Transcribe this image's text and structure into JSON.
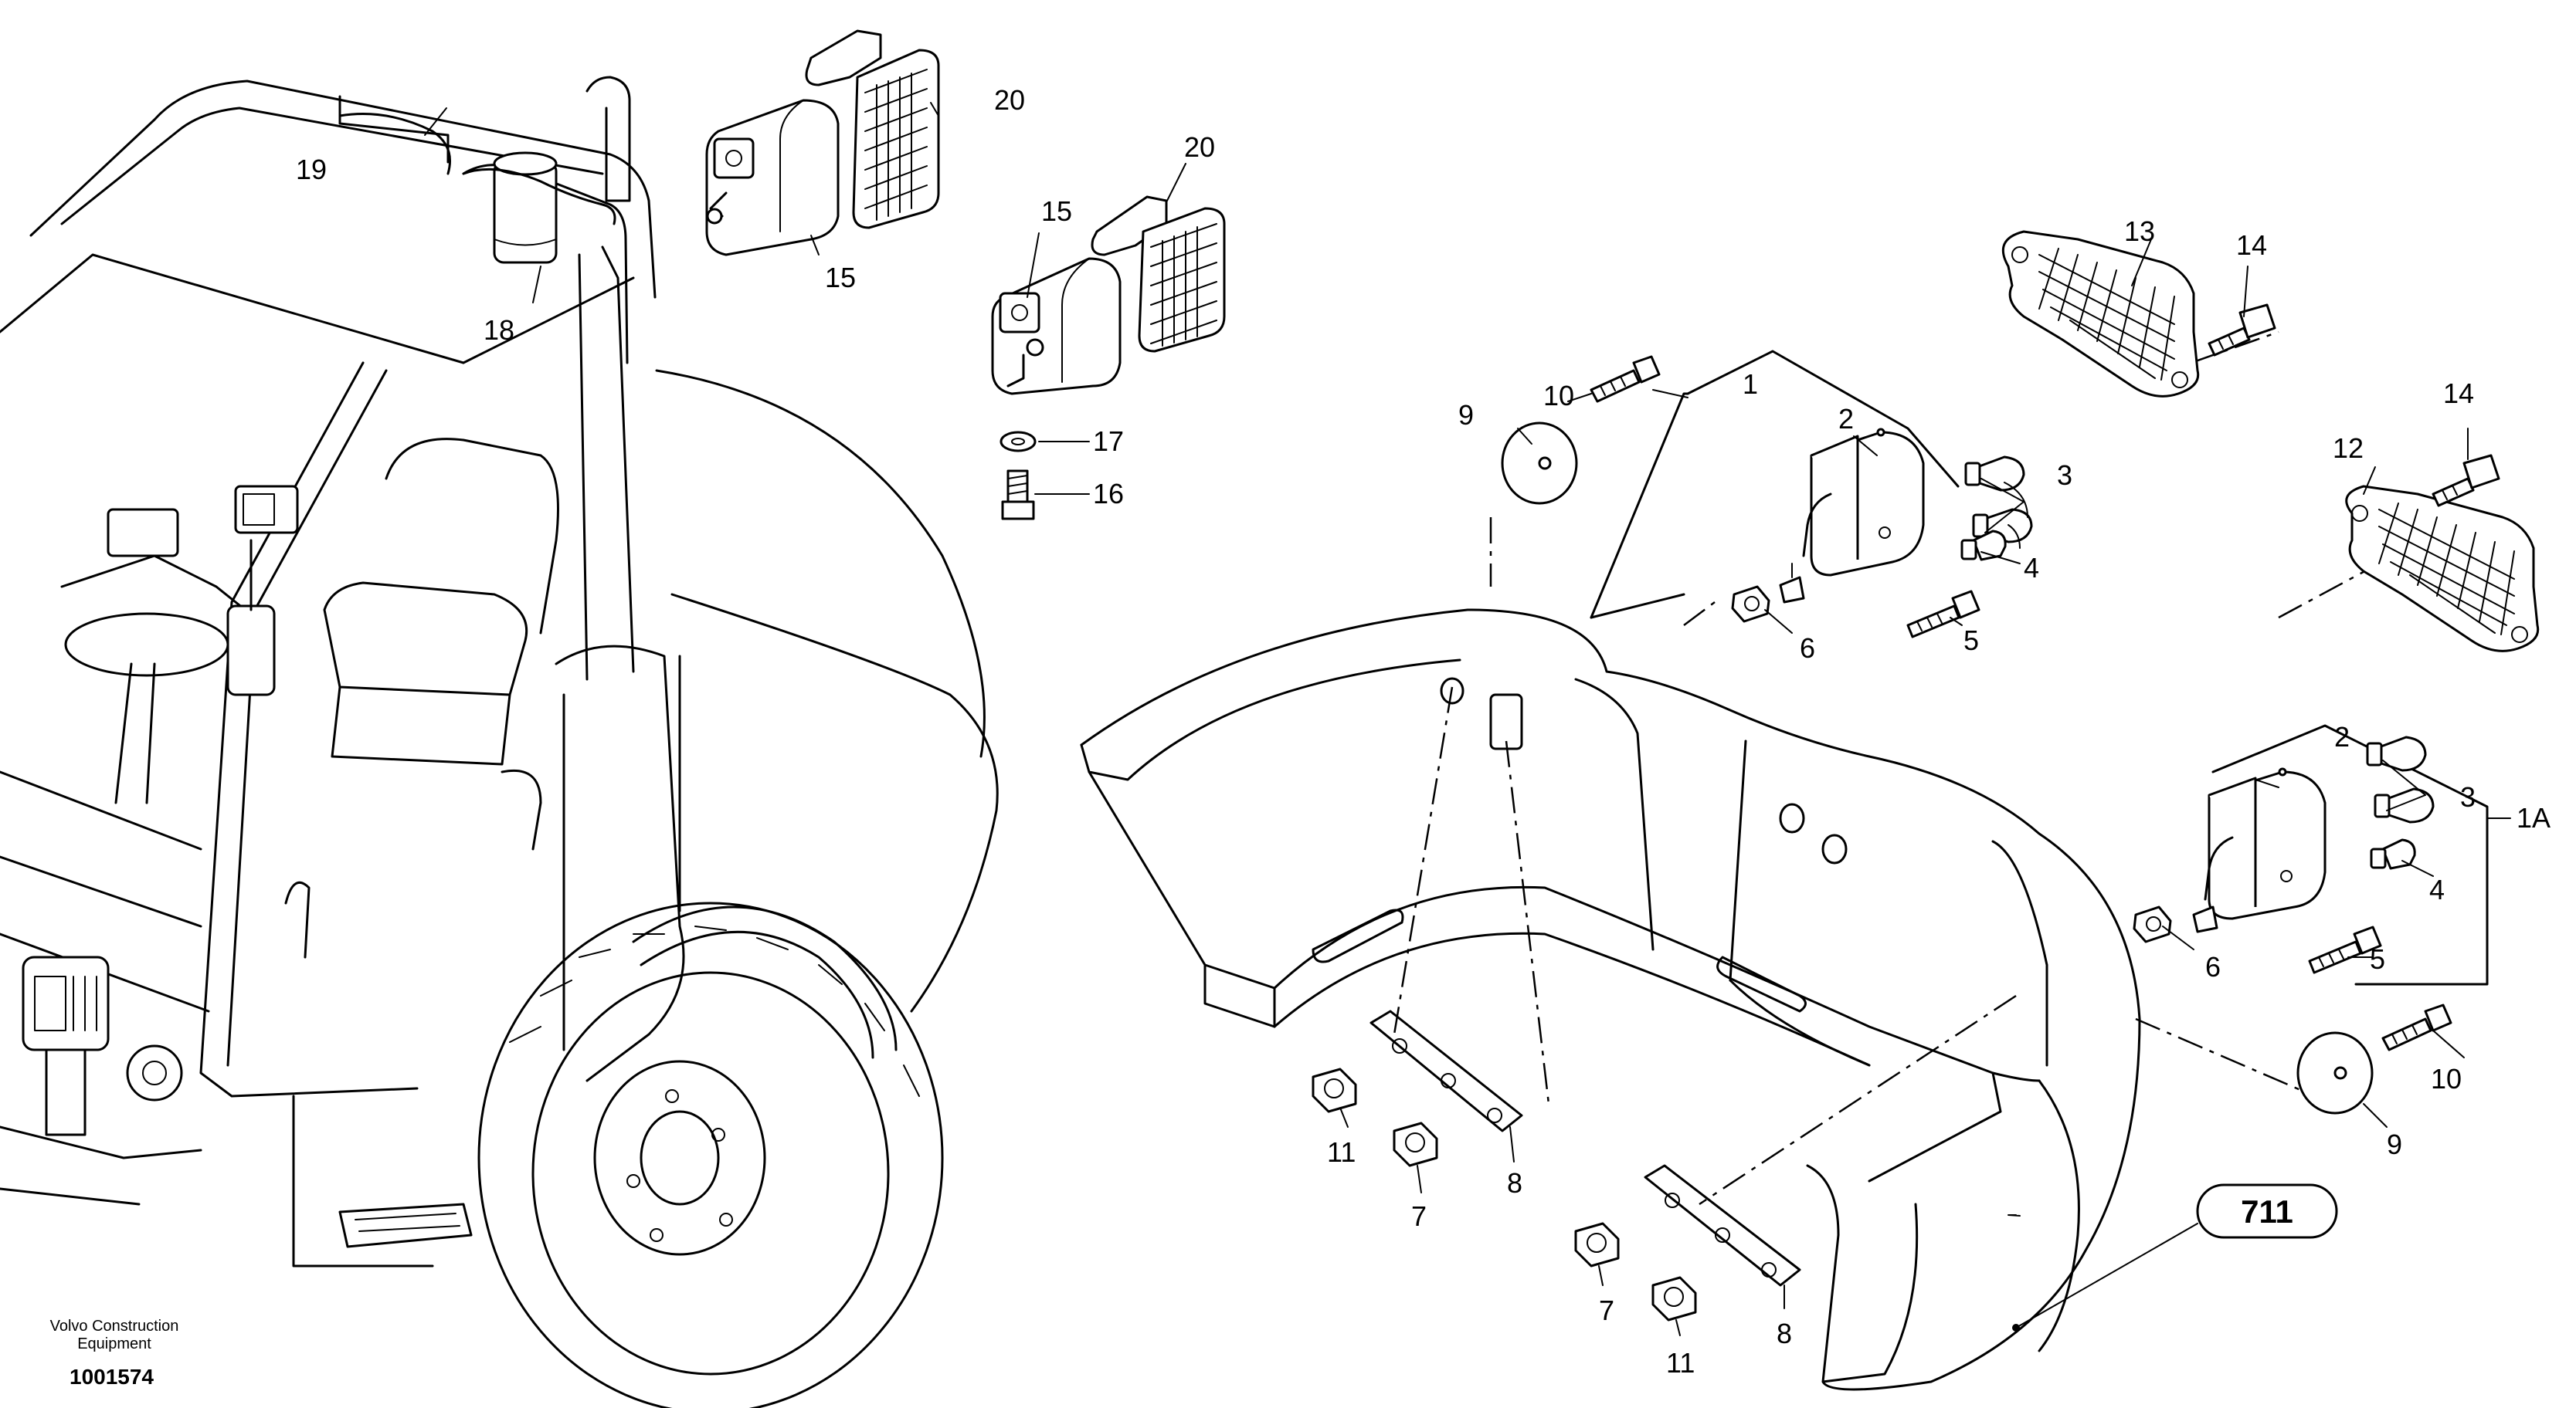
{
  "callouts": {
    "c1": "1",
    "c1a": "1A",
    "c2a": "2",
    "c2b": "2",
    "c3a": "3",
    "c3b": "3",
    "c4a": "4",
    "c4b": "4",
    "c5a": "5",
    "c5b": "5",
    "c6a": "6",
    "c6b": "6",
    "c7a": "7",
    "c7b": "7",
    "c8a": "8",
    "c8b": "8",
    "c9a": "9",
    "c9b": "9",
    "c10a": "10",
    "c10b": "10",
    "c11a": "11",
    "c11b": "11",
    "c12": "12",
    "c13": "13",
    "c14a": "14",
    "c14b": "14",
    "c15a": "15",
    "c15b": "15",
    "c16": "16",
    "c17": "17",
    "c18": "18",
    "c19": "19",
    "c20a": "20",
    "c20b": "20"
  },
  "ref_box": "711",
  "credit": {
    "line1": "Volvo Construction",
    "line2": "Equipment",
    "drawing_number": "1001574"
  }
}
